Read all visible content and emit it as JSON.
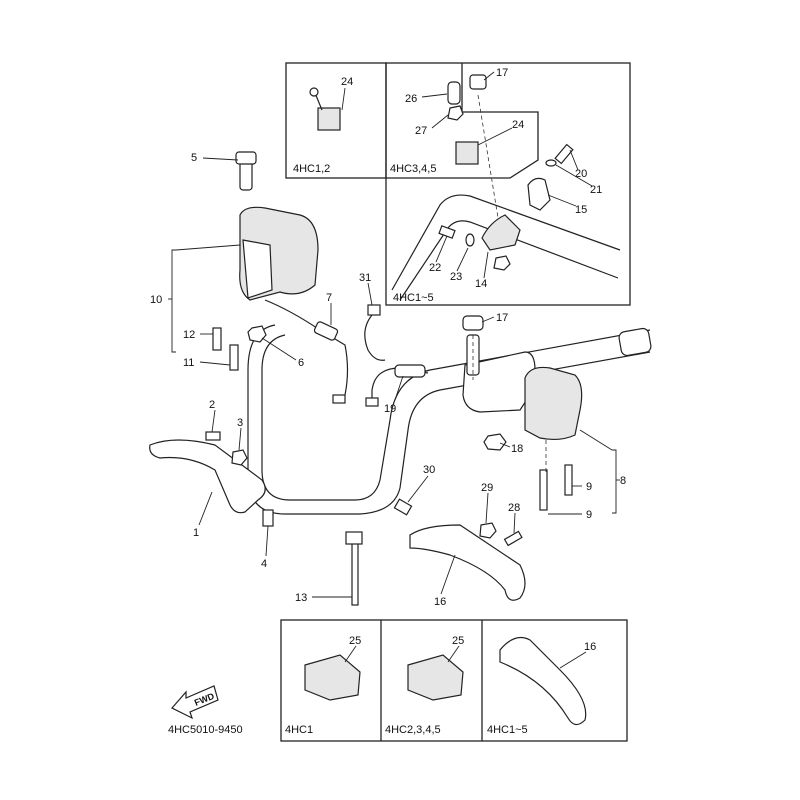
{
  "diagram_code": "4HC5010-9450",
  "fwd_arrow_label": "FWD",
  "callouts": [
    {
      "id": "c5",
      "num": "5"
    },
    {
      "id": "c10",
      "num": "10"
    },
    {
      "id": "c12",
      "num": "12"
    },
    {
      "id": "c11",
      "num": "11"
    },
    {
      "id": "c6",
      "num": "6"
    },
    {
      "id": "c7",
      "num": "7"
    },
    {
      "id": "c31",
      "num": "31"
    },
    {
      "id": "c19",
      "num": "19"
    },
    {
      "id": "c17a",
      "num": "17"
    },
    {
      "id": "c26",
      "num": "26"
    },
    {
      "id": "c27",
      "num": "27"
    },
    {
      "id": "c24a",
      "num": "24"
    },
    {
      "id": "c24b",
      "num": "24"
    },
    {
      "id": "c20",
      "num": "20"
    },
    {
      "id": "c21",
      "num": "21"
    },
    {
      "id": "c15",
      "num": "15"
    },
    {
      "id": "c22",
      "num": "22"
    },
    {
      "id": "c23",
      "num": "23"
    },
    {
      "id": "c14",
      "num": "14"
    },
    {
      "id": "c17b",
      "num": "17"
    },
    {
      "id": "c18",
      "num": "18"
    },
    {
      "id": "c8",
      "num": "8"
    },
    {
      "id": "c9a",
      "num": "9"
    },
    {
      "id": "c9b",
      "num": "9"
    },
    {
      "id": "c2",
      "num": "2"
    },
    {
      "id": "c3",
      "num": "3"
    },
    {
      "id": "c1",
      "num": "1"
    },
    {
      "id": "c4",
      "num": "4"
    },
    {
      "id": "c30",
      "num": "30"
    },
    {
      "id": "c29",
      "num": "29"
    },
    {
      "id": "c28",
      "num": "28"
    },
    {
      "id": "c13",
      "num": "13"
    },
    {
      "id": "c16a",
      "num": "16"
    },
    {
      "id": "c25a",
      "num": "25"
    },
    {
      "id": "c25b",
      "num": "25"
    },
    {
      "id": "c16b",
      "num": "16"
    }
  ],
  "variant_boxes": {
    "top_left": "4HC1,2",
    "top_middle": "4HC3,4,5",
    "top_right": "4HC1~5",
    "bottom_1": "4HC1",
    "bottom_2": "4HC2,3,4,5",
    "bottom_3": "4HC1~5"
  }
}
